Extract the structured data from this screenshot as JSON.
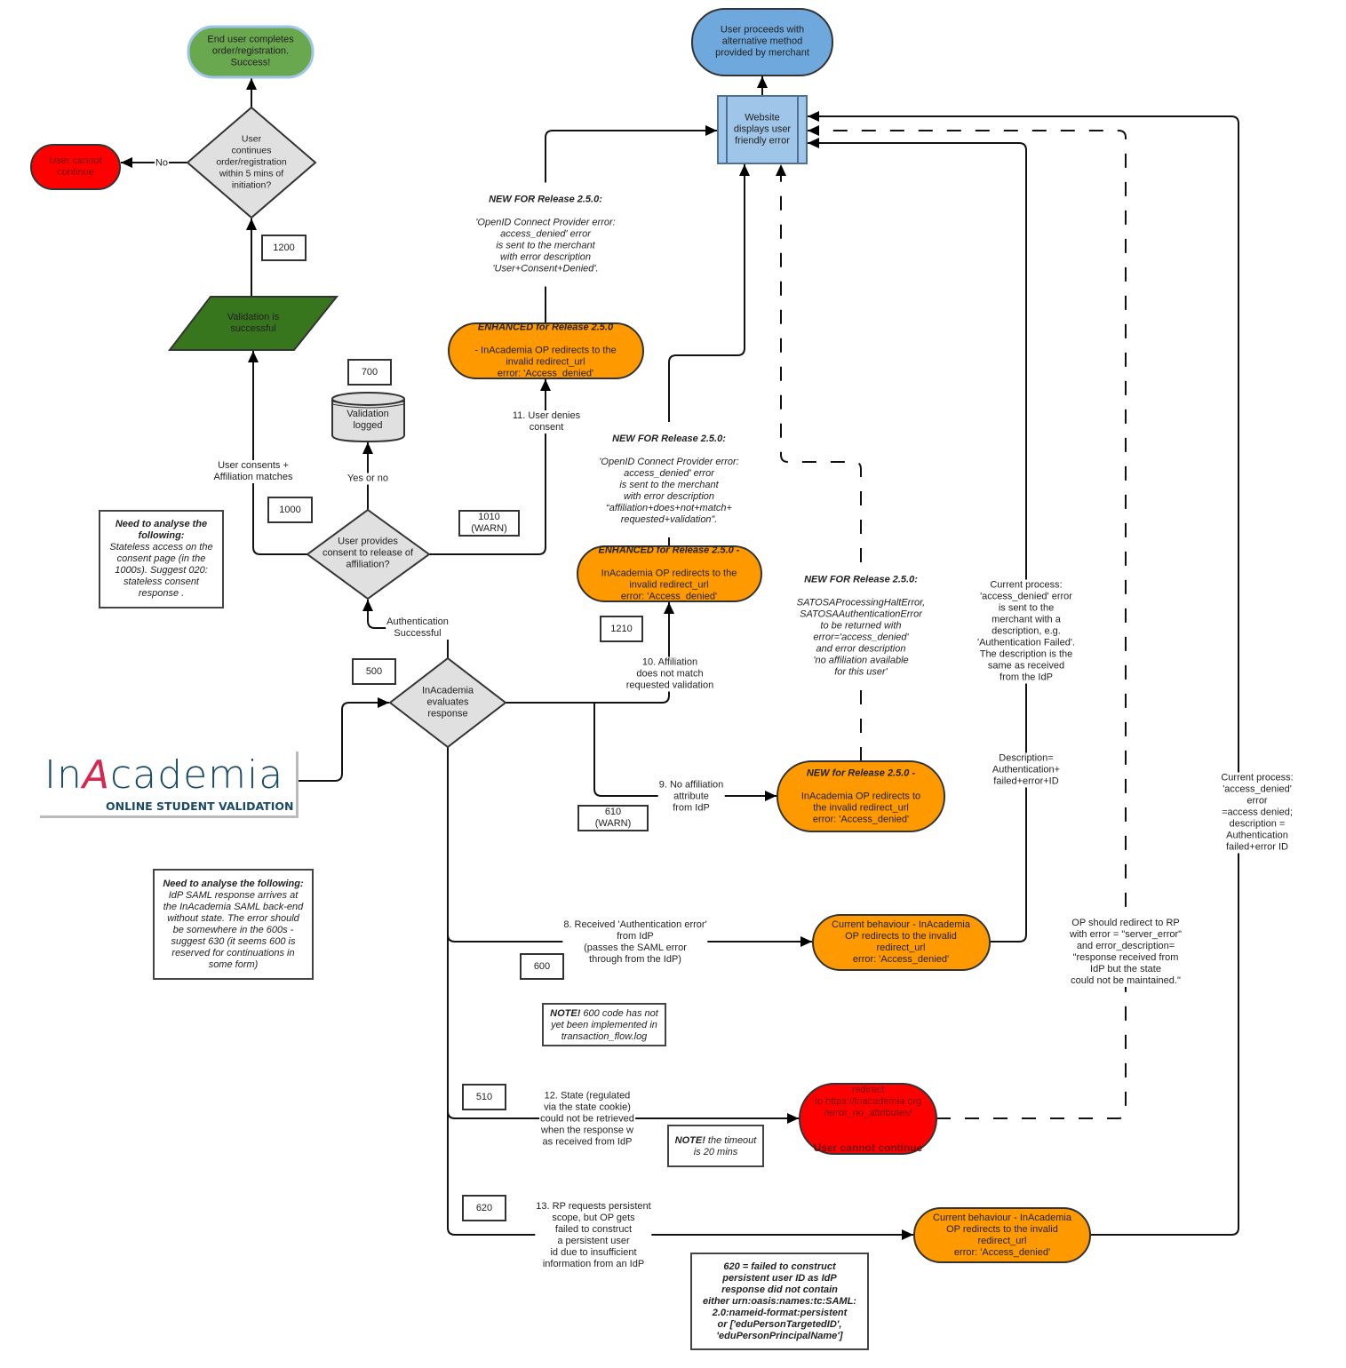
{
  "colors": {
    "orange": "#ff9900",
    "red": "#ff0000",
    "green_end": "#6aa84f",
    "green_parallelogram": "#38761d",
    "blue_terminal": "#6fa8dc",
    "website_box": "#9fc5e8",
    "decision_fill": "#e0e0e0"
  },
  "nodes": {
    "success": "End user completes\norder/registration.\nSuccess!",
    "decision_continue": "User\ncontinues\norder/registration\nwithin 5 mins of\ninitiation?",
    "user_cannot_continue": "User cannot\ncontinue",
    "validation_successful": "Validation is\nsuccessful",
    "validation_logged": "Validation\nlogged",
    "decision_consent": "User provides\nconsent to release of\naffiliation?",
    "decision_evaluates": "InAcademia\nevaluates\nresponse",
    "alt_method": "User proceeds with\nalternative method\nprovided by merchant",
    "website_error": "Website\ndisplays user\nfriendly error",
    "orange_consent": {
      "title": "ENHANCED for Release 2.5.0",
      "body": "- InAcademia OP redirects to  the\ninvalid redirect_url\nerror: 'Access_denied'"
    },
    "orange_affiliation": {
      "title": "ENHANCED for Release 2.5.0 -",
      "body": "InAcademia OP redirects to  the\ninvalid redirect_url\nerror: 'Access_denied'"
    },
    "orange_no_affiliation": {
      "title": "NEW for Release 2.5.0 -",
      "body": "InAcademia OP redirects to\nthe invalid redirect_url\nerror: 'Access_denied'"
    },
    "orange_auth_error": "Current behaviour - InAcademia\nOP redirects to  the invalid\nredirect_url\nerror: 'Access_denied'",
    "red_redirect": {
      "body": "redirect\nto https://inacademia.org\n/error_no_attributes/",
      "title": "User cannot continue"
    },
    "orange_persistent": "Current behaviour - InAcademia\nOP redirects to  the invalid\nredirect_url\nerror: 'Access_denied'"
  },
  "edges": {
    "no": "No",
    "consents_matches": "User consents +\nAffiliation matches",
    "yes_or_no": "Yes or no",
    "user_denies": "11. User denies\nconsent",
    "auth_successful": "Authentication\nSuccessful",
    "affiliation_mismatch": "10. Affiliation\ndoes not match\nrequested validation",
    "no_affiliation": "9. No affiliation\nattribute\nfrom IdP",
    "auth_error": "8. Received 'Authentication error'\nfrom IdP\n(passes the SAML error\nthrough from the IdP)",
    "state": "12. State (regulated\nvia the state cookie)\ncould not be retrieved\nwhen the response w\nas received from IdP",
    "persistent": "13. RP requests persistent\nscope, but OP gets\nfailed to construct\na persistent user\nid due to insufficient\ninformation from an IdP",
    "new_consent": {
      "title": "NEW FOR Release 2.5.0:",
      "body": "'OpenID Connect Provider error:\naccess_denied' error\nis sent to the merchant\nwith error description\n'User+Consent+Denied'."
    },
    "new_affiliation": {
      "title": "NEW FOR Release 2.5.0:",
      "body": "'OpenID Connect Provider error:\naccess_denied' error\nis sent to the merchant\nwith error description\n“affiliation+does+not+match+\nrequested+validation”."
    },
    "new_satosa": {
      "title": "NEW FOR Release 2.5.0:",
      "body": "SATOSAProcessingHaltError,\nSATOSAAuthenticationError\nto be returned with\nerror='access_denied'\nand error description\n'no affiliation available\nfor this user'"
    },
    "current_process_1": "Current process:\n'access_denied' error\nis sent to the\nmerchant with a\ndescription, e.g.\n'Authentication Failed'.\nThe description is the\nsame as received\nfrom the IdP",
    "description": "Description=\nAuthentication+\nfailed+error+ID",
    "op_should_redirect": "OP should redirect to RP\nwith error = \"server_error\"\nand error_description=\n\"response received from\nIdP but the state\ncould not be maintained.\"",
    "current_process_2": "Current process:\n'access_denied' error\n=access denied;\ndescription =\nAuthentication failed+error ID"
  },
  "codes": {
    "c1200": "1200",
    "c700": "700",
    "c1000": "1000",
    "c1010": "1010\n(WARN)",
    "c500": "500",
    "c1210": "1210",
    "c610": "610\n(WARN)",
    "c600": "600",
    "c510": "510",
    "c620": "620"
  },
  "notes": {
    "consent": {
      "title": "Need to analyse the\nfollowing:",
      "body": "Stateless access on the\nconsent page (in the\n1000s). Suggest 020:\nstateless consent\nresponse ."
    },
    "saml": {
      "title": "Need to analyse the following:",
      "body": "IdP SAML response arrives at\nthe InAcademia SAML back-end\nwithout state. The error should\nbe somewhere in the 600s -\nsuggest 630 (it seems 600 is\nreserved for continuations in\nsome form)"
    },
    "note600": {
      "title": "NOTE!",
      "body": " 600 code has not\nyet been implemented in\ntransaction_flow.log"
    },
    "timeout": {
      "title": "NOTE!",
      "body": " the timeout\nis 20 mins"
    },
    "note620": "620 = failed to construct\npersistent user ID as IdP\nresponse did not contain\neither urn:oasis:names:tc:SAML:\n2.0:nameid-format:persistent\nor ['eduPersonTargetedID',\n'eduPersonPrincipalName']"
  },
  "logo": {
    "word_prefix": "In",
    "word_a": "A",
    "word_suffix": "cademia",
    "tagline": "ONLINE STUDENT VALIDATION"
  }
}
